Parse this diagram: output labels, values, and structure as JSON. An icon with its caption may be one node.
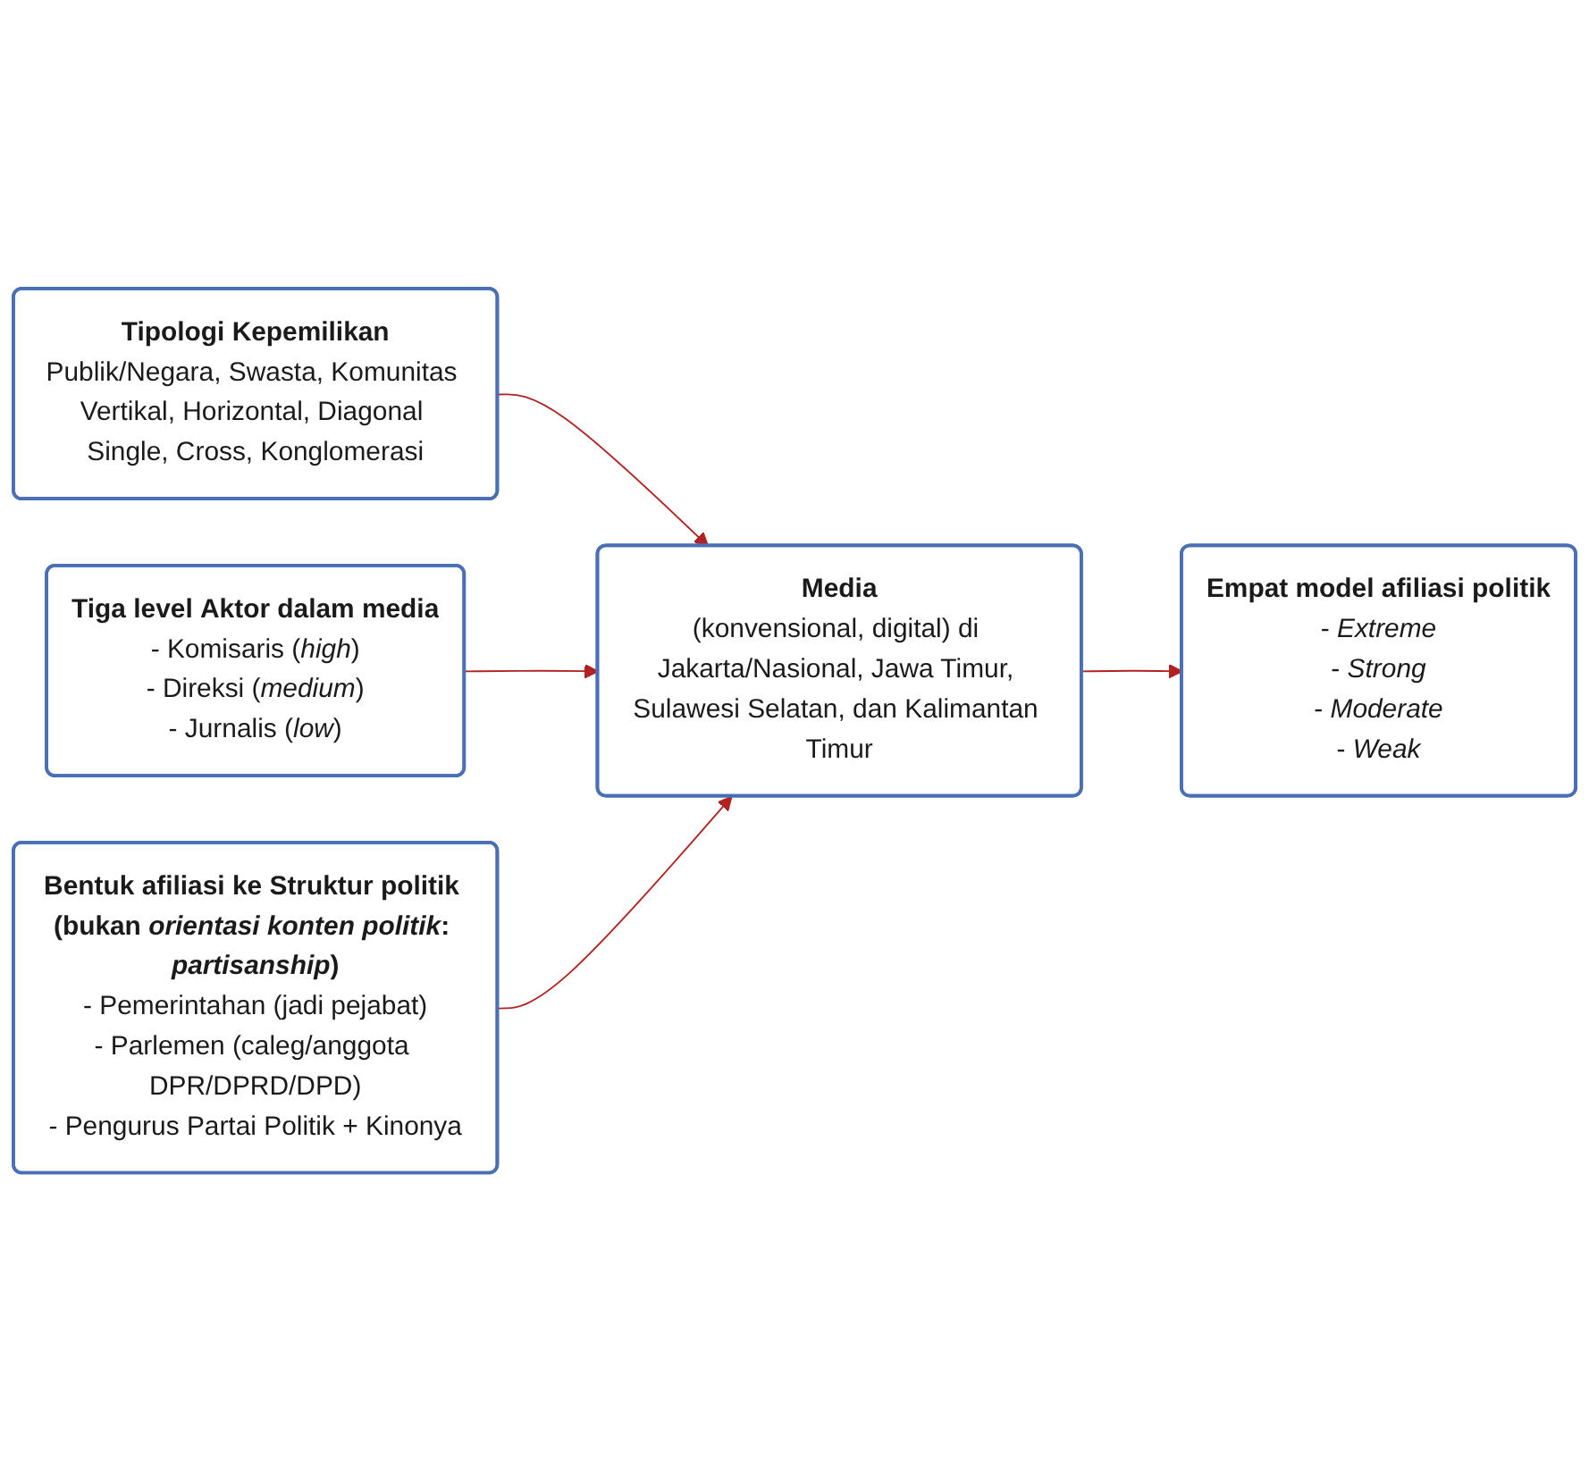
{
  "diagram": {
    "nodes": [
      {
        "text": [
          "Tipologi **Kepemilikan**",
          "Publik/Negara, Swasta, Komunitas Vertikal, Horizontal, Diagonal Single, Cross, Konglomerasi"
        ]
      },
      {
        "text": [
          "Tiga level **Aktor** dalam media",
          "- Komisaris (*high*)",
          "- Direksi (*medium*)",
          "- Jurnalis (*low*)"
        ]
      },
      {
        "text": [
          "Media",
          "(konvensional, digital) di Jakarta/Nasional, Jawa Timur, Sulawesi Selatan, dan Kalimantan Timur"
        ]
      },
      {
        "text": [
          "Empat model **afiliasi politik**",
          "- *Extreme*",
          "- *Strong*",
          "- *Moderate*",
          "- *Weak*"
        ]
      },
      {
        "text": [
          "Bentuk afiliasi ke **Struktur** politik (bukan *orientasi konten politik*: *partisanship*)",
          "- Pemerintahan (jadi pejabat)",
          "- Parlemen (caleg/anggota DPR/DPRD/DPD)",
          "- Pengurus Partai Politik + Kinonya"
        ]
      }
    ],
    "edges": [
      {
        "from": 0,
        "to": 2,
        "arrow": "to"
      },
      {
        "from": 1,
        "to": 2,
        "arrow": "to"
      },
      {
        "from": 2,
        "to": 3,
        "arrow": "to"
      },
      {
        "from": 4,
        "to": 2,
        "arrow": "to"
      }
    ]
  }
}
